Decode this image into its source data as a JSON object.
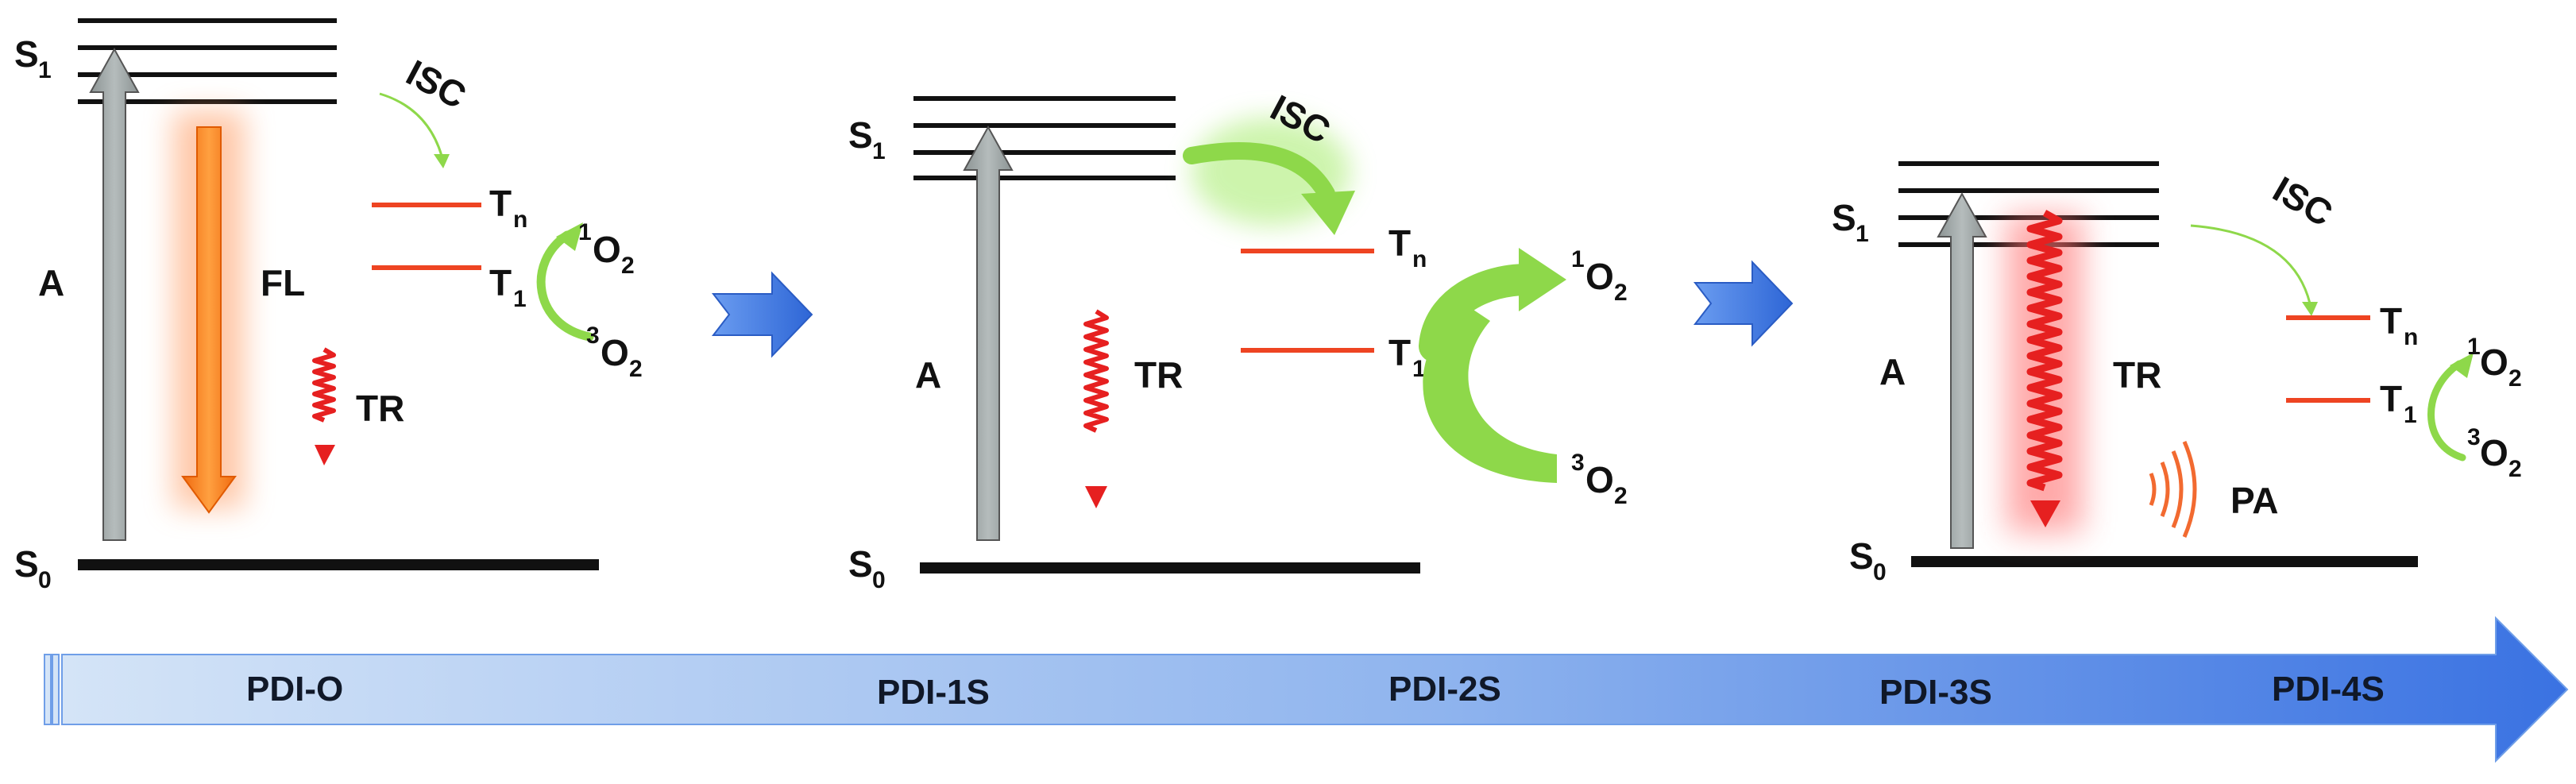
{
  "panels": [
    {
      "s1": "S",
      "s1_sub": "1",
      "s0": "S",
      "s0_sub": "0",
      "absorption": "A",
      "fluorescence": "FL",
      "isc": "ISC",
      "tn": "T",
      "tn_sub": "n",
      "t1": "T",
      "t1_sub": "1",
      "singlet_o2_sup": "1",
      "singlet_o2": "O",
      "singlet_o2_sub": "2",
      "triplet_o2_sup": "3",
      "triplet_o2": "O",
      "triplet_o2_sub": "2",
      "thermal": "TR"
    },
    {
      "s1": "S",
      "s1_sub": "1",
      "s0": "S",
      "s0_sub": "0",
      "absorption": "A",
      "isc": "ISC",
      "tn": "T",
      "tn_sub": "n",
      "t1": "T",
      "t1_sub": "1",
      "singlet_o2_sup": "1",
      "singlet_o2": "O",
      "singlet_o2_sub": "2",
      "triplet_o2_sup": "3",
      "triplet_o2": "O",
      "triplet_o2_sub": "2",
      "thermal": "TR"
    },
    {
      "s1": "S",
      "s1_sub": "1",
      "s0": "S",
      "s0_sub": "0",
      "absorption": "A",
      "isc": "ISC",
      "tn": "T",
      "tn_sub": "n",
      "t1": "T",
      "t1_sub": "1",
      "singlet_o2_sup": "1",
      "singlet_o2": "O",
      "singlet_o2_sub": "2",
      "triplet_o2_sup": "3",
      "triplet_o2": "O",
      "triplet_o2_sub": "2",
      "thermal": "TR",
      "photoacoustic": "PA"
    }
  ],
  "series_bar": {
    "labels": [
      "PDI-O",
      "PDI-1S",
      "PDI-2S",
      "PDI-3S",
      "PDI-4S"
    ]
  },
  "colors": {
    "level_line": "#111111",
    "triplet_line": "#ee4422",
    "absorption_arrow": "#9aa3a3",
    "fluorescence_arrow": "#f58220",
    "isc_arrow": "#8ed84a",
    "thermal_wave": "#e62020",
    "step_arrow": "#3d7de0",
    "bar_start": "#d4e4f7",
    "bar_end": "#3a72e2"
  }
}
